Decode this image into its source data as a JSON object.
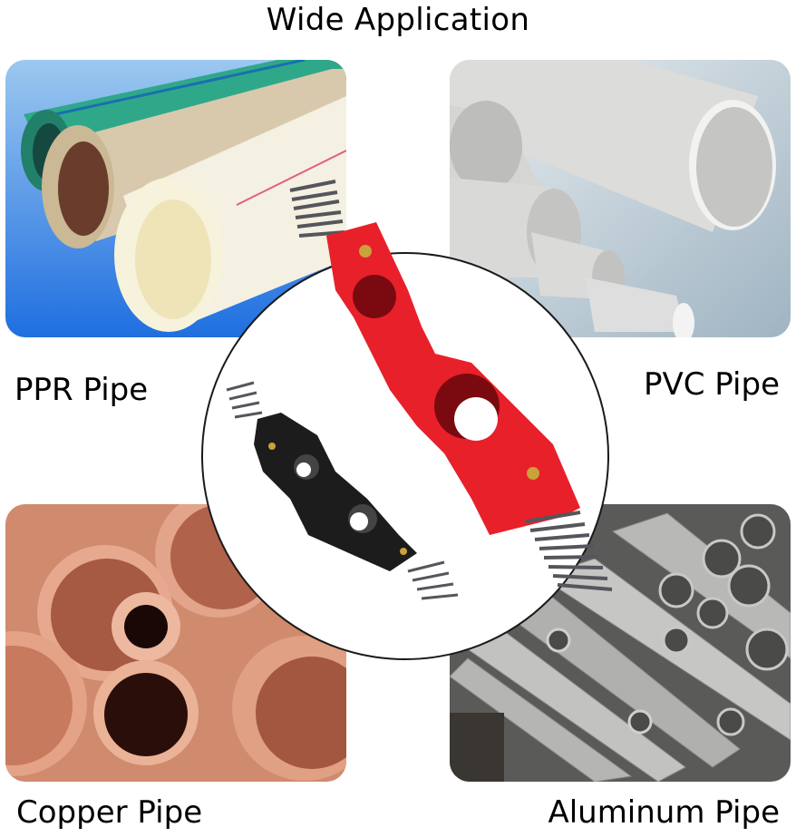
{
  "title": "Wide Application",
  "tiles": [
    {
      "id": "ppr",
      "label": "PPR Pipe",
      "colors": {
        "bg": "#2f7be0",
        "pipe_green": "#2fa88a",
        "pipe_beige": "#d9c9ac",
        "pipe_white": "#f4f0e2",
        "stripe": "#e0607a"
      }
    },
    {
      "id": "pvc",
      "label": "PVC Pipe",
      "colors": {
        "bg": "#c6d3dc",
        "pipe": "#d8d8d6",
        "inner": "#bdbdbb"
      }
    },
    {
      "id": "copper",
      "label": "Copper Pipe",
      "colors": {
        "bg": "#c8826a",
        "pipe": "#d99a80",
        "inner": "#3a1410"
      }
    },
    {
      "id": "aluminum",
      "label": "Aluminum Pipe",
      "colors": {
        "bg": "#6e6e6e",
        "pipe": "#b8b8b6",
        "inner": "#505050"
      }
    }
  ],
  "product": {
    "items": [
      "red-pipe-deburring-brush-tool",
      "black-pipe-deburring-brush-tool"
    ],
    "colors": {
      "red": "#e8202a",
      "black": "#1c1c1c",
      "brush": "#5a5a60",
      "screw": "#c9a23a"
    }
  }
}
